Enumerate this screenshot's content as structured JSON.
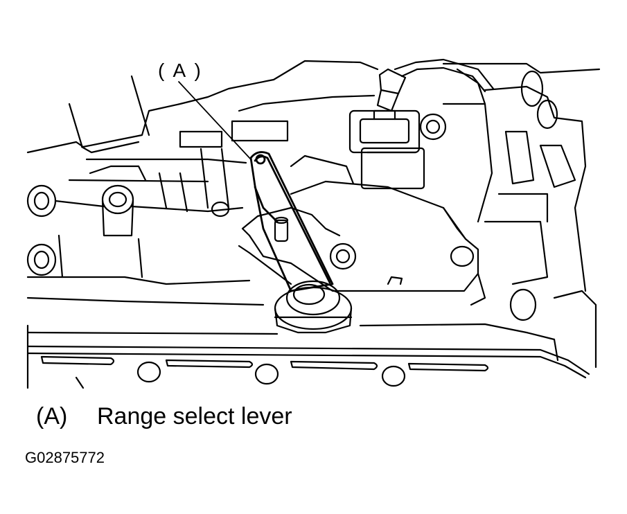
{
  "callout": {
    "label": "( A )"
  },
  "legend": [
    {
      "tag": "(A)",
      "text": "Range select lever"
    }
  ],
  "figure_id": "G02875772",
  "colors": {
    "ink": "#000000",
    "paper": "#ffffff"
  }
}
